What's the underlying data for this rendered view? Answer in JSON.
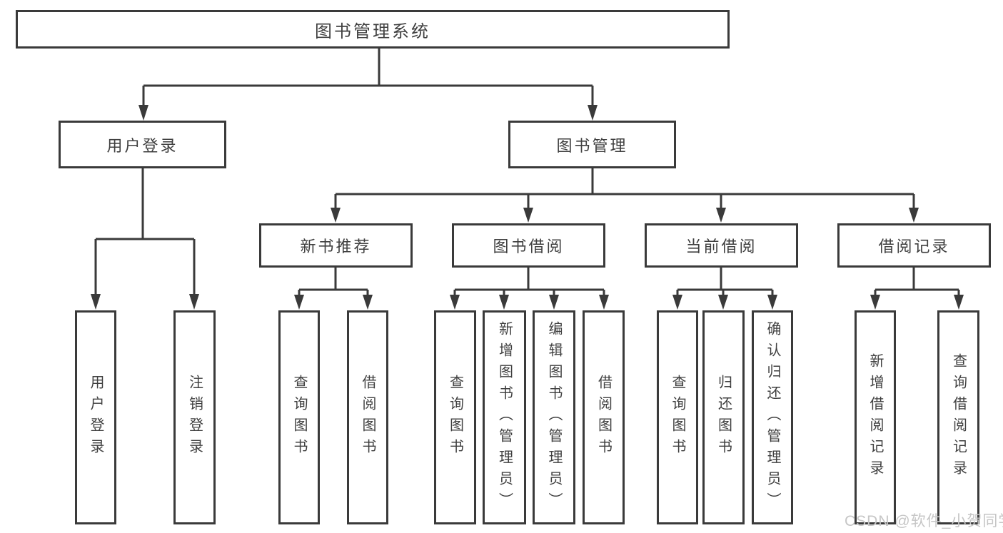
{
  "tree": {
    "root": {
      "label": "图书管理系统"
    },
    "branches": [
      {
        "label": "用户登录"
      },
      {
        "label": "图书管理"
      }
    ],
    "modules": [
      {
        "label": "新书推荐",
        "parent": "图书管理"
      },
      {
        "label": "图书借阅",
        "parent": "图书管理"
      },
      {
        "label": "当前借阅",
        "parent": "图书管理"
      },
      {
        "label": "借阅记录",
        "parent": "图书管理"
      }
    ],
    "leaves": [
      {
        "label": "用户登录",
        "parent": "用户登录"
      },
      {
        "label": "注销登录",
        "parent": "用户登录"
      },
      {
        "label": "查询图书",
        "parent": "新书推荐"
      },
      {
        "label": "借阅图书",
        "parent": "新书推荐"
      },
      {
        "label": "查询图书",
        "parent": "图书借阅"
      },
      {
        "label": "新增图书（管理员）",
        "parent": "图书借阅"
      },
      {
        "label": "编辑图书（管理员）",
        "parent": "图书借阅"
      },
      {
        "label": "借阅图书",
        "parent": "图书借阅"
      },
      {
        "label": "查询图书",
        "parent": "当前借阅"
      },
      {
        "label": "归还图书",
        "parent": "当前借阅"
      },
      {
        "label": "确认归还（管理员）",
        "parent": "当前借阅"
      },
      {
        "label": "新增借阅记录",
        "parent": "借阅记录"
      },
      {
        "label": "查询借阅记录",
        "parent": "借阅记录"
      }
    ]
  },
  "watermark": {
    "text": "CSDN @软件_小贺同学"
  },
  "colors": {
    "line": "#3a3a3a",
    "text": "#3f3f3f",
    "background": "#ffffff",
    "watermark": "#c6c6c6"
  }
}
